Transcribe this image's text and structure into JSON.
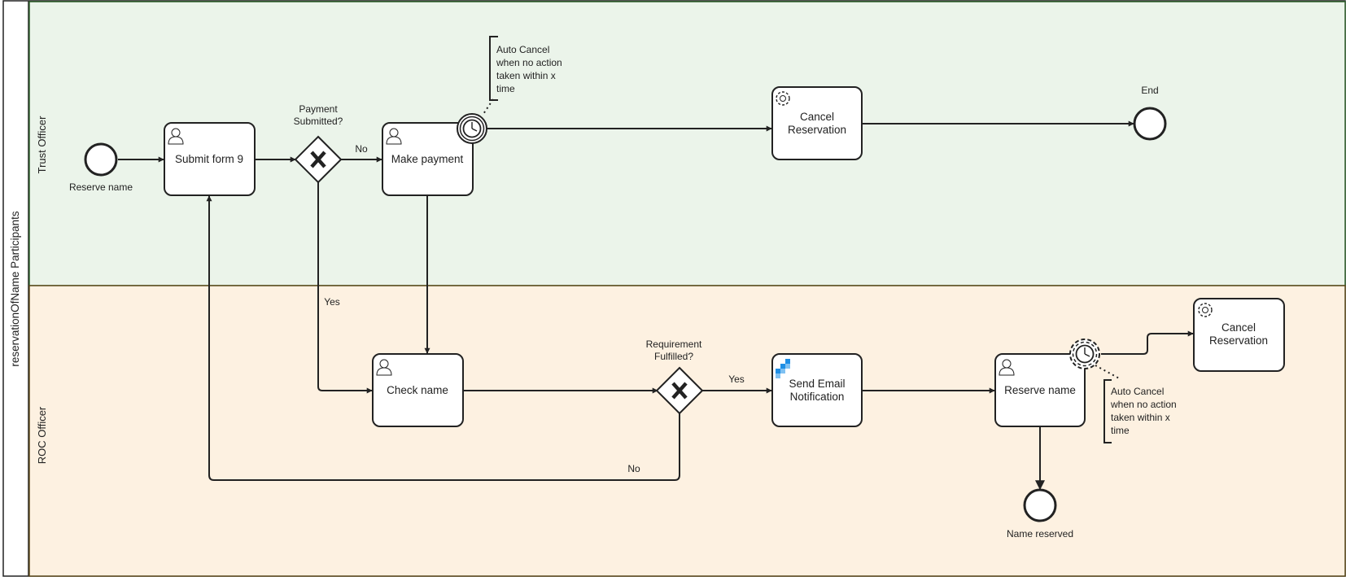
{
  "pool": {
    "label": "reservationOfName Participants"
  },
  "lanes": {
    "trust_officer": {
      "label": "Trust Officer",
      "color": "#ebf4ea",
      "border": "#2f5f2c"
    },
    "roc_officer": {
      "label": "ROC Officer",
      "color": "#fdf1e1",
      "border": "#5c4a1c"
    }
  },
  "events": {
    "start": {
      "label": "Reserve name"
    },
    "end_trust": {
      "label": "End"
    },
    "end_roc": {
      "label": "Name reserved"
    }
  },
  "tasks": {
    "submit_form": {
      "label": "Submit form 9",
      "icon": "user-icon"
    },
    "make_payment": {
      "label": "Make payment",
      "icon": "user-icon"
    },
    "cancel_reservation_1": {
      "line1": "Cancel",
      "line2": "Reservation",
      "icon": "gear-icon"
    },
    "check_name": {
      "label": "Check name",
      "icon": "user-icon"
    },
    "send_email": {
      "line1": "Send Email",
      "line2": "Notification",
      "icon": "script-icon",
      "icon_color": "#1f8fe5"
    },
    "reserve_name": {
      "label": "Reserve name",
      "icon": "user-icon"
    },
    "cancel_reservation_2": {
      "line1": "Cancel",
      "line2": "Reservation",
      "icon": "gear-icon"
    }
  },
  "gateways": {
    "payment": {
      "line1": "Payment",
      "line2": "Submitted?"
    },
    "requirement": {
      "line1": "Requirement",
      "line2": "Fulfilled?"
    }
  },
  "flow_labels": {
    "payment_no": "No",
    "payment_yes": "Yes",
    "requirement_yes": "Yes",
    "requirement_no": "No"
  },
  "annotations": {
    "auto_cancel_1": {
      "lines": [
        "Auto Cancel",
        "when no action",
        "taken within x",
        "time"
      ]
    },
    "auto_cancel_2": {
      "lines": [
        "Auto Cancel",
        "when no action",
        "taken within x",
        "time"
      ]
    }
  }
}
